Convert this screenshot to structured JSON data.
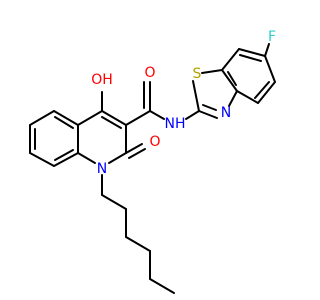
{
  "molecule": {
    "atoms": {
      "fluorine": {
        "label": "F",
        "color": "#33CCCC"
      },
      "sulfur": {
        "label": "S",
        "color": "#B2A200"
      },
      "nitrogen_thiazole": {
        "label": "N",
        "color": "#0000FF"
      },
      "amide_nh": {
        "label": "NH",
        "color": "#0000FF"
      },
      "amide_oxygen": {
        "label": "O",
        "color": "#FF0000"
      },
      "hydroxyl": {
        "label": "OH",
        "color": "#FF0000"
      },
      "quinolone_nitrogen": {
        "label": "N",
        "color": "#0000FF"
      },
      "keto_oxygen": {
        "label": "O",
        "color": "#FF0000"
      }
    }
  }
}
